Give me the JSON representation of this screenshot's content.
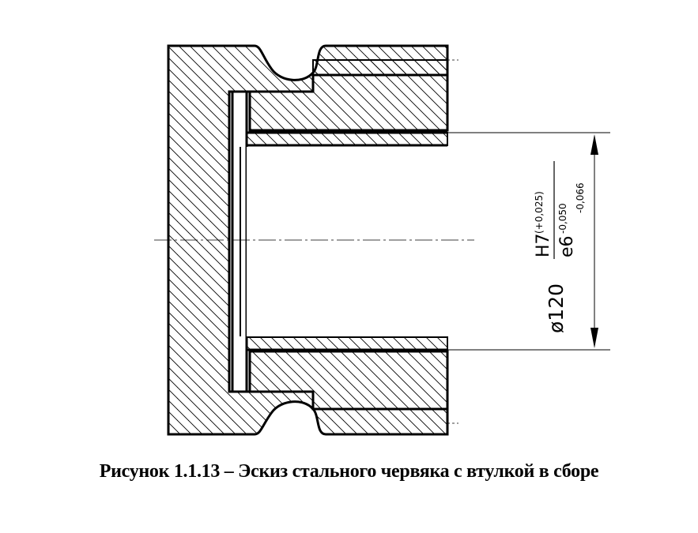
{
  "caption": "Рисунок  1.1.13 – Эскиз стального червяка с втулкой в сборе",
  "dimension": {
    "diameter": "ø120",
    "hole_fit": "H7",
    "hole_tolerance": "(+0,025)",
    "shaft_fit": "e6",
    "shaft_tol_upper": "-0,050",
    "shaft_tol_lower": "-0,066"
  },
  "colors": {
    "ink": "#000000",
    "background": "#ffffff"
  }
}
